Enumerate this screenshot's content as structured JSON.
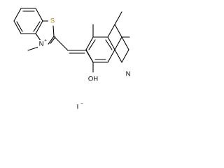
{
  "molecule": {
    "atoms": {
      "sulfur": "S",
      "benzothiazolium_nitrogen": "N",
      "nitrogen_charge": "+",
      "n_methyl_label": "",
      "quinoline_nitrogen": "N",
      "hydroxyl": "OH",
      "iodide": "I",
      "iodide_charge": "−"
    },
    "colors": {
      "bond": "#000000",
      "sulfur": "#b8860b",
      "text": "#000000"
    }
  }
}
